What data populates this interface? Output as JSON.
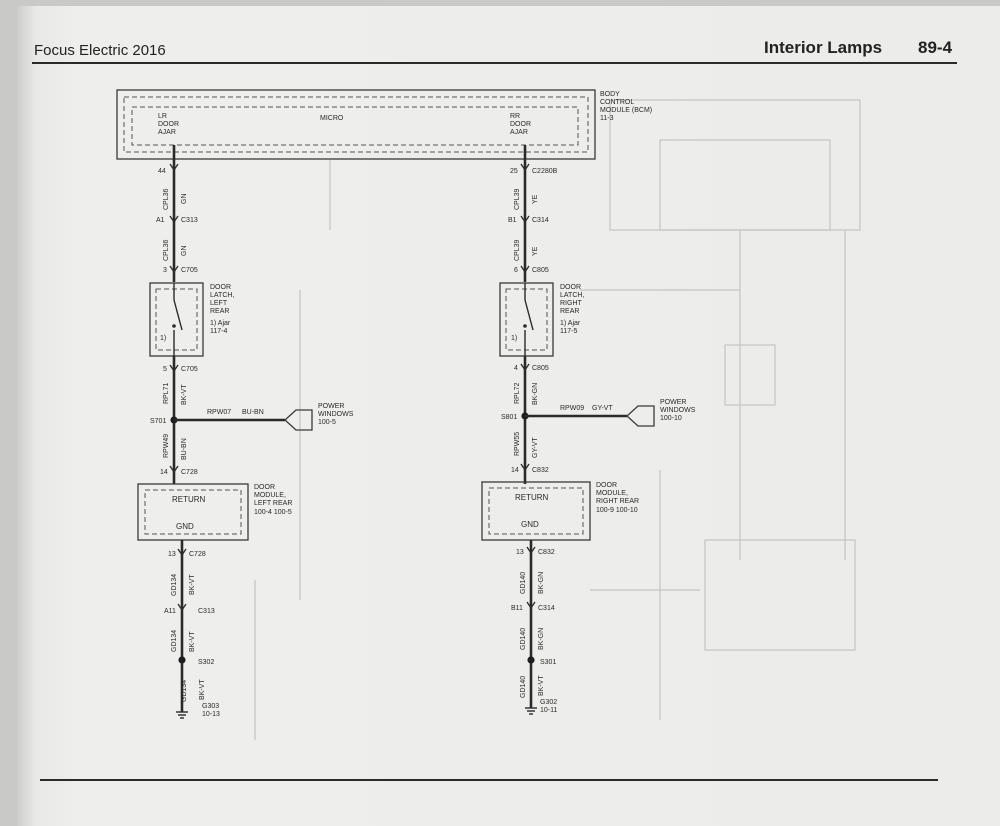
{
  "header": {
    "model": "Focus Electric 2016",
    "section": "Interior Lamps",
    "page": "89-4"
  },
  "bcm": {
    "title": [
      "BODY",
      "CONTROL",
      "MODULE (BCM)",
      "11-3"
    ],
    "micro": "MICRO",
    "lr_input": [
      "LR",
      "DOOR",
      "AJAR"
    ],
    "rr_input": [
      "RR",
      "DOOR",
      "AJAR"
    ]
  },
  "left_circuit": {
    "bcm_pin": "44",
    "circuit_1": "CPL36",
    "color_1": "GN",
    "pin_a": "A1",
    "conn_a": "C313",
    "circuit_2": "CPL36",
    "color_2": "GN",
    "pin_latch_in": "3",
    "conn_latch_in": "C705",
    "latch_title": [
      "DOOR",
      "LATCH,",
      "LEFT",
      "REAR"
    ],
    "latch_note": [
      "1) Ajar",
      "117-4"
    ],
    "latch_mark": "1)",
    "pin_latch_out": "5",
    "conn_latch_out": "C705",
    "circuit_3": "RPL71",
    "color_3": "BK-VT",
    "splice": "S701",
    "branch_circuit": "RPW07",
    "branch_color": "BU-BN",
    "branch_dest": [
      "POWER",
      "WINDOWS",
      "100-5"
    ],
    "circuit_4": "RPW49",
    "color_4": "BU-BN",
    "pin_module_in": "14",
    "conn_module_in": "C728",
    "module_return": "RETURN",
    "module_gnd": "GND",
    "module_title": [
      "DOOR",
      "MODULE,",
      "LEFT REAR",
      "100-4   100-5"
    ],
    "pin_module_out": "13",
    "conn_module_out": "C728",
    "circuit_5": "GD134",
    "color_5": "BK-VT",
    "pin_b": "A11",
    "conn_b": "C313",
    "circuit_6": "GD134",
    "color_6": "BK-VT",
    "splice_2": "S302",
    "circuit_7": "GD134",
    "color_7": "BK-VT",
    "ground": [
      "G303",
      "10-13"
    ]
  },
  "right_circuit": {
    "bcm_pin": "25",
    "bcm_conn": "C2280B",
    "circuit_1": "CPL39",
    "color_1": "YE",
    "pin_a": "B1",
    "conn_a": "C314",
    "circuit_2": "CPL39",
    "color_2": "YE",
    "pin_latch_in": "6",
    "conn_latch_in": "C805",
    "latch_title": [
      "DOOR",
      "LATCH,",
      "RIGHT",
      "REAR"
    ],
    "latch_note": [
      "1) Ajar",
      "117-5"
    ],
    "latch_mark": "1)",
    "pin_latch_out": "4",
    "conn_latch_out": "C805",
    "circuit_3": "RPL72",
    "color_3": "BK-GN",
    "splice": "S801",
    "branch_circuit": "RPW09",
    "branch_color": "GY-VT",
    "branch_dest": [
      "POWER",
      "WINDOWS",
      "100-10"
    ],
    "circuit_4": "RPW55",
    "color_4": "GY-VT",
    "pin_module_in": "14",
    "conn_module_in": "C832",
    "module_return": "RETURN",
    "module_gnd": "GND",
    "module_title": [
      "DOOR",
      "MODULE,",
      "RIGHT REAR",
      "100-9   100-10"
    ],
    "pin_module_out": "13",
    "conn_module_out": "C832",
    "circuit_5": "GD140",
    "color_5": "BK-GN",
    "pin_b": "B11",
    "conn_b": "C314",
    "circuit_6": "GD140",
    "color_6": "BK-GN",
    "splice_2": "S301",
    "circuit_7": "GD140",
    "color_7": "BK-VT",
    "ground": [
      "G302",
      "10-11"
    ]
  }
}
